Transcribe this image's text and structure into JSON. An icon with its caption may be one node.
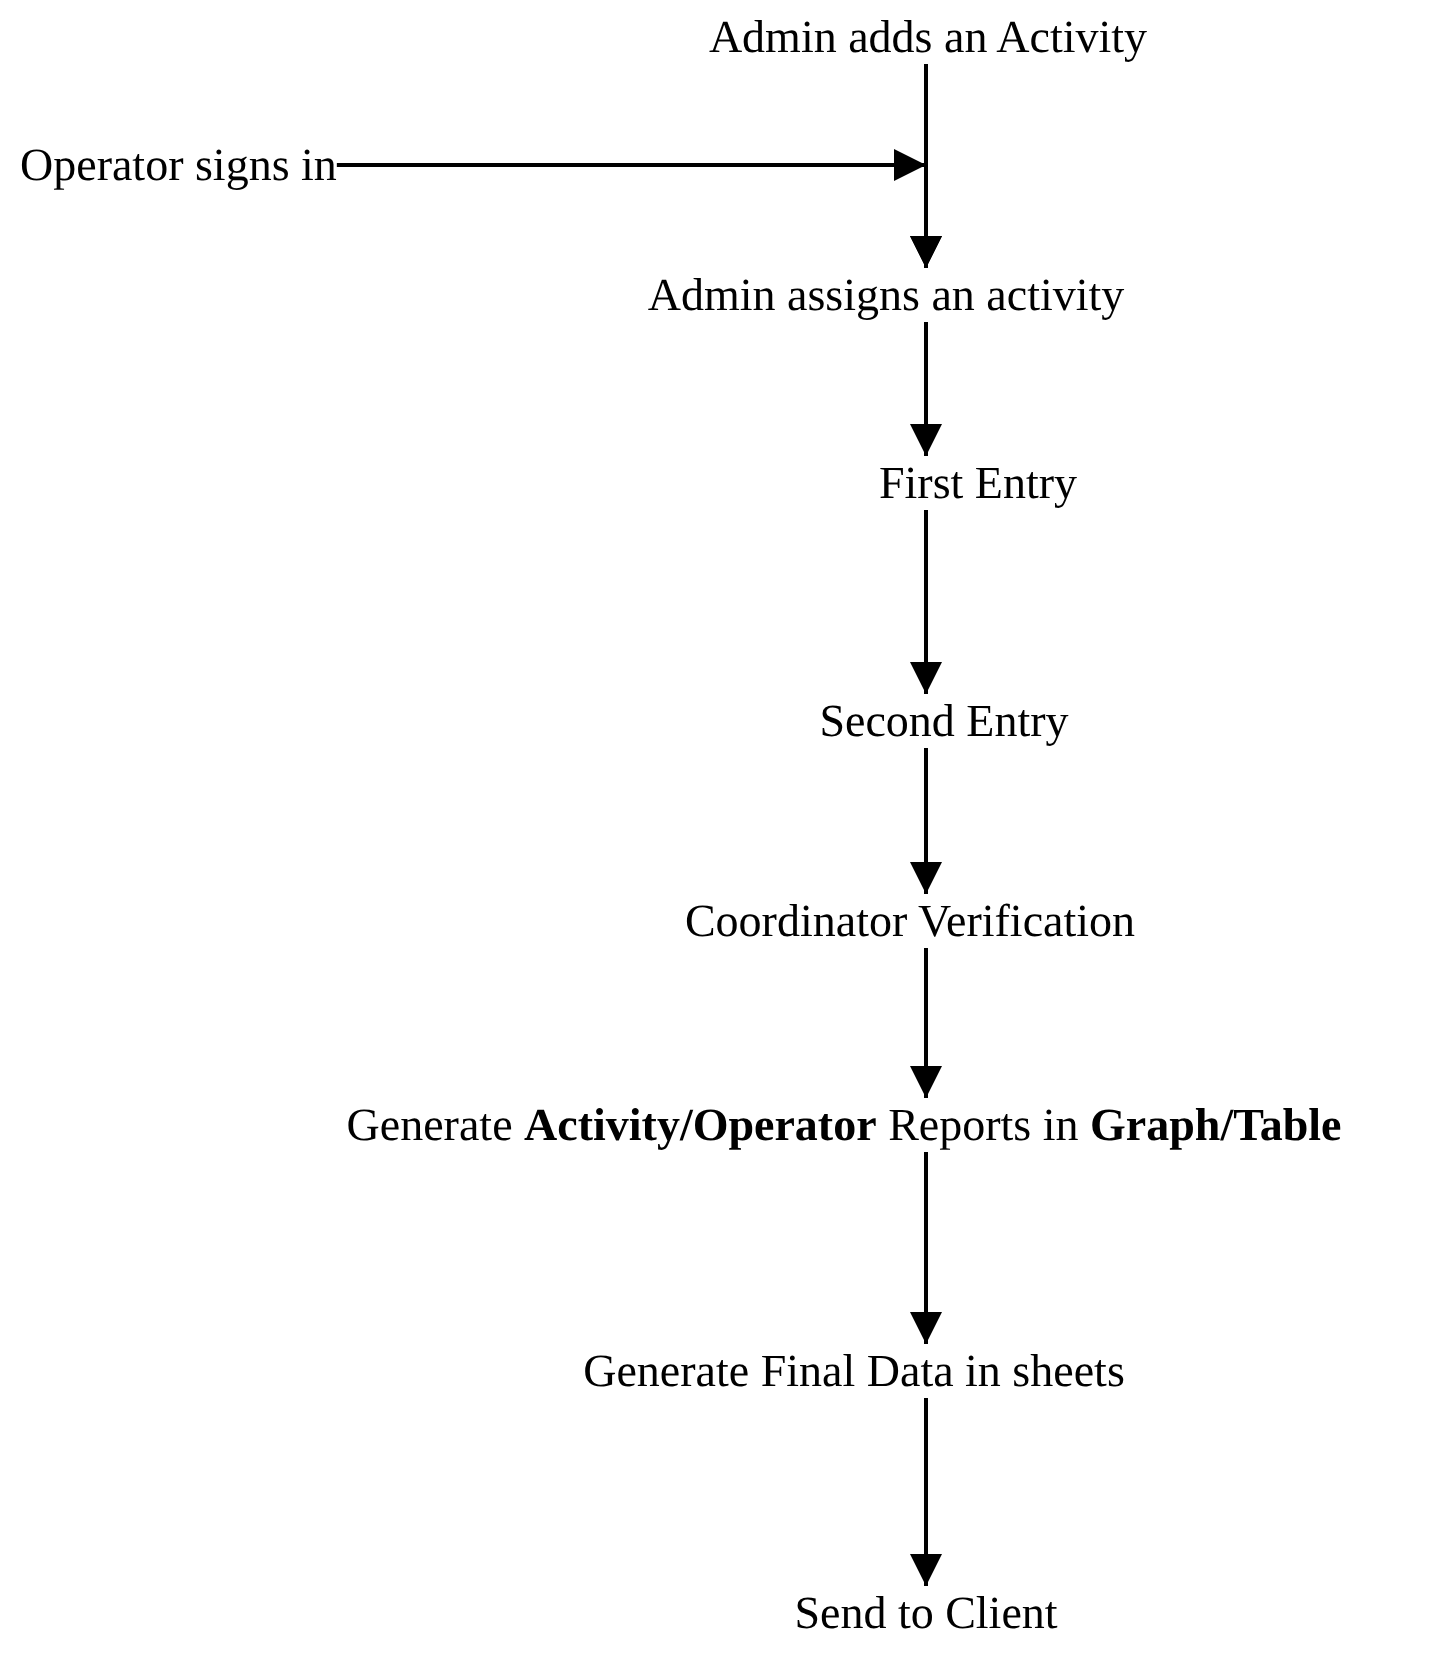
{
  "diagram": {
    "nodes": [
      {
        "text": [
          "Admin adds an Activity"
        ]
      },
      {
        "text": [
          "Operator signs in"
        ]
      },
      {
        "text": [
          "Admin assigns an activity"
        ]
      },
      {
        "text": [
          "First Entry"
        ]
      },
      {
        "text": [
          "Second Entry"
        ]
      },
      {
        "text": [
          "Coordinator Verification"
        ]
      },
      {
        "text": [
          "Generate **Activity/Operator** Reports in **Graph/Table**"
        ]
      },
      {
        "text": [
          "Generate Final Data in sheets"
        ]
      },
      {
        "text": [
          "Send to Client"
        ]
      }
    ],
    "edges": [
      {
        "from": 0,
        "to": 2,
        "arrow": "to"
      },
      {
        "from": 1,
        "to": 2,
        "arrow": "to"
      },
      {
        "from": 2,
        "to": 3,
        "arrow": "to"
      },
      {
        "from": 3,
        "to": 4,
        "arrow": "to"
      },
      {
        "from": 4,
        "to": 5,
        "arrow": "to"
      },
      {
        "from": 5,
        "to": 6,
        "arrow": "to"
      },
      {
        "from": 6,
        "to": 7,
        "arrow": "to"
      },
      {
        "from": 7,
        "to": 8,
        "arrow": "to"
      }
    ]
  }
}
